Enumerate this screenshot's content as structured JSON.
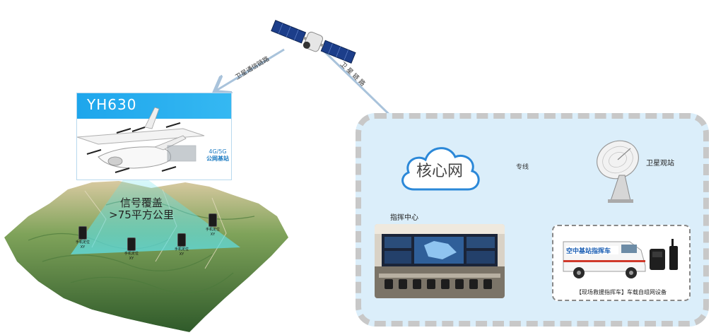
{
  "drone": {
    "model": "YH630",
    "base_station_line1": "4G/5G",
    "base_station_line2": "公网基站"
  },
  "coverage": {
    "line1": "信号覆盖",
    "line2": ">75平方公里"
  },
  "phones": [
    {
      "line1": "手机定位",
      "line2": "XY"
    },
    {
      "line1": "手机定位",
      "line2": "XY"
    },
    {
      "line1": "手机定位",
      "line2": "XY"
    },
    {
      "line1": "手机定位",
      "line2": "XY"
    }
  ],
  "links": {
    "satellite_to_drone": "卫星通信链路",
    "satellite_to_core": "卫 星 链 路",
    "core_to_ground": "专线",
    "core_to_command": "专线"
  },
  "network": {
    "core_label": "核心网",
    "ground_station_label": "卫星观站",
    "command_center_label": "指挥中心",
    "vehicle_caption": "【现场救援指挥车】车载自组网设备",
    "vehicle_brand": "空中基站指挥车"
  },
  "colors": {
    "accent_blue": "#1ea6ec",
    "zone_fill": "#dbeefa",
    "zone_border": "#c8c8c8",
    "coverage_cyan": "#5fe0e8"
  }
}
